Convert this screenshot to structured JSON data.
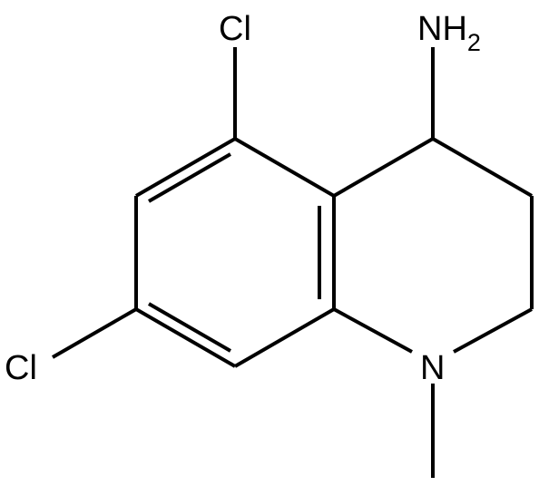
{
  "atoms": {
    "cl_top": "Cl",
    "cl_left": "Cl",
    "amine_main": "NH",
    "amine_subscript": "2",
    "ring_nitrogen": "N"
  }
}
